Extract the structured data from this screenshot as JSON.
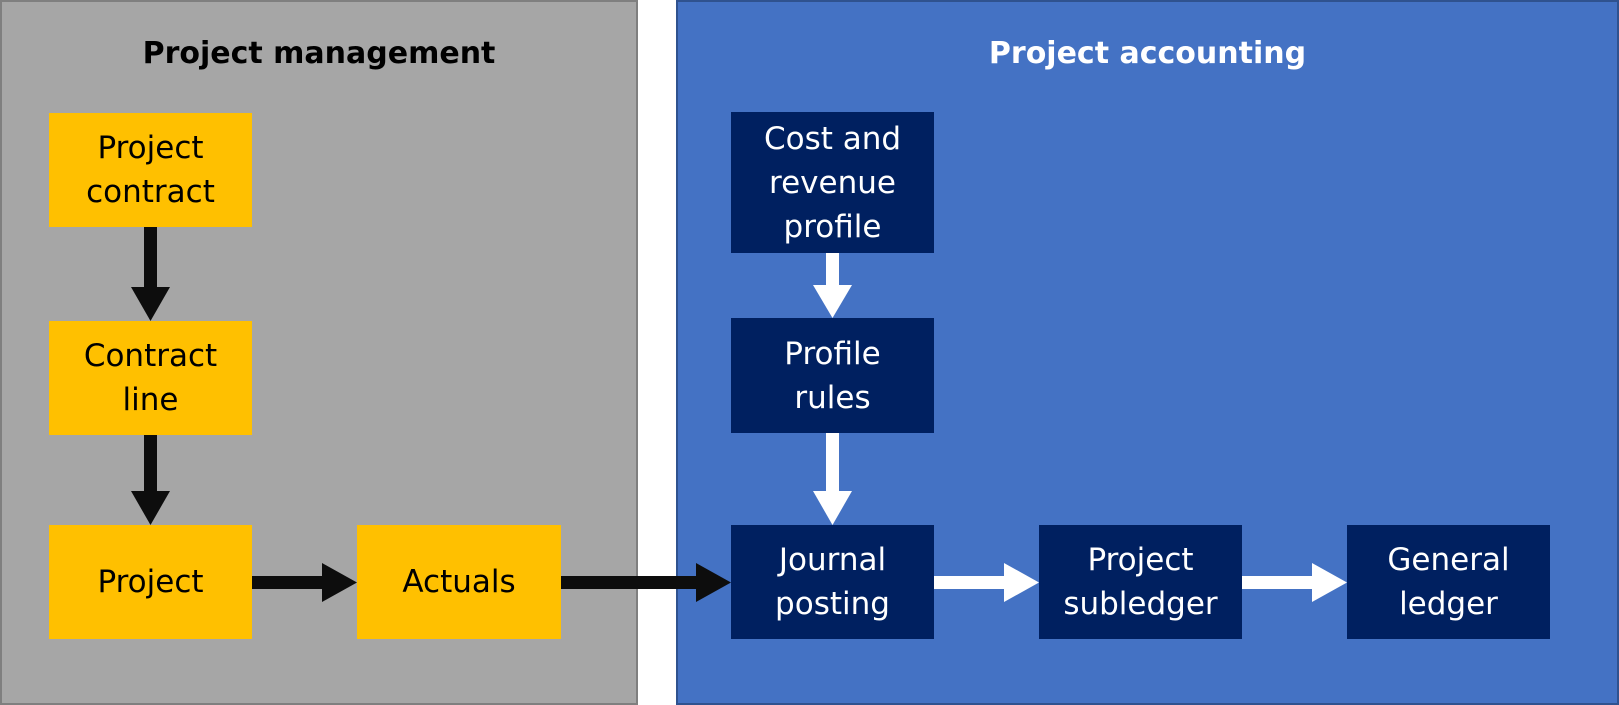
{
  "panels": {
    "project_management": {
      "title": "Project management",
      "background": "#a6a6a6"
    },
    "project_accounting": {
      "title": "Project accounting",
      "background": "#4472c4"
    }
  },
  "nodes": {
    "project_contract": "Project\ncontract",
    "contract_line": "Contract\nline",
    "project": "Project",
    "actuals": "Actuals",
    "cost_revenue_profile": "Cost and\nrevenue\nprofile",
    "profile_rules": "Profile\nrules",
    "journal_posting": "Journal\nposting",
    "project_subledger": "Project\nsubledger",
    "general_ledger": "General\nledger"
  },
  "colors": {
    "management_node": "#ffc000",
    "accounting_node": "#002060",
    "management_arrow": "#0d0d0d",
    "accounting_arrow": "#ffffff"
  },
  "edges": [
    {
      "from": "project_contract",
      "to": "contract_line",
      "style": "black"
    },
    {
      "from": "contract_line",
      "to": "project",
      "style": "black"
    },
    {
      "from": "project",
      "to": "actuals",
      "style": "black"
    },
    {
      "from": "actuals",
      "to": "journal_posting",
      "style": "black"
    },
    {
      "from": "cost_revenue_profile",
      "to": "profile_rules",
      "style": "white"
    },
    {
      "from": "profile_rules",
      "to": "journal_posting",
      "style": "white"
    },
    {
      "from": "journal_posting",
      "to": "project_subledger",
      "style": "white"
    },
    {
      "from": "project_subledger",
      "to": "general_ledger",
      "style": "white"
    }
  ]
}
